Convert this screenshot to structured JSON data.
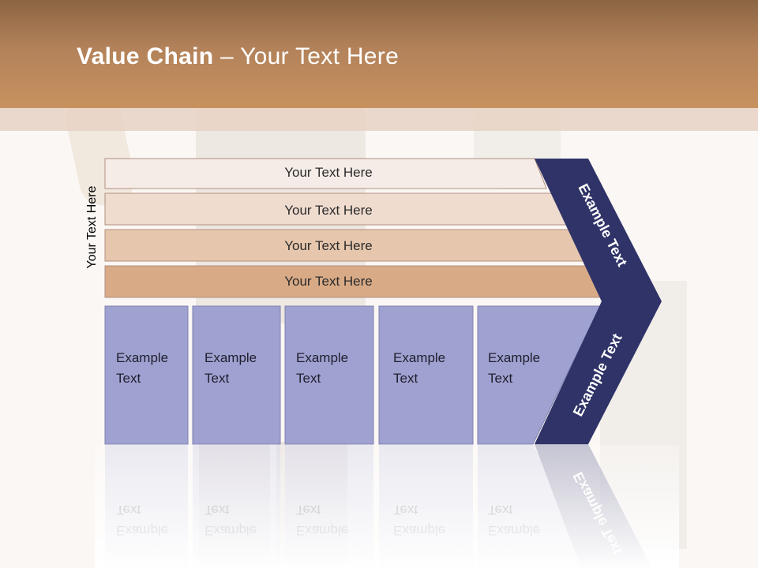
{
  "slide": {
    "title_bold": "Value Chain",
    "title_rest": " – Your Text Here",
    "side_label": "Your Text Here"
  },
  "support_bands": [
    {
      "label": "Your Text Here",
      "color": "#f6ece7"
    },
    {
      "label": "Your Text Here",
      "color": "#efdccf"
    },
    {
      "label": "Your Text Here",
      "color": "#e6c7ad"
    },
    {
      "label": "Your Text Here",
      "color": "#d8aa86"
    }
  ],
  "primary_columns": [
    {
      "line1": "Example",
      "line2": "Text"
    },
    {
      "line1": "Example",
      "line2": "Text"
    },
    {
      "line1": "Example",
      "line2": "Text"
    },
    {
      "line1": "Example",
      "line2": "Text"
    },
    {
      "line1": "Example",
      "line2": "Text"
    }
  ],
  "chevron": {
    "upper_label": "Example Text",
    "lower_label": "Example Text",
    "color": "#2f3368"
  },
  "colors": {
    "header": "#b3825a",
    "column_fill": "#9fa1d0",
    "column_border": "#7f82b0"
  }
}
